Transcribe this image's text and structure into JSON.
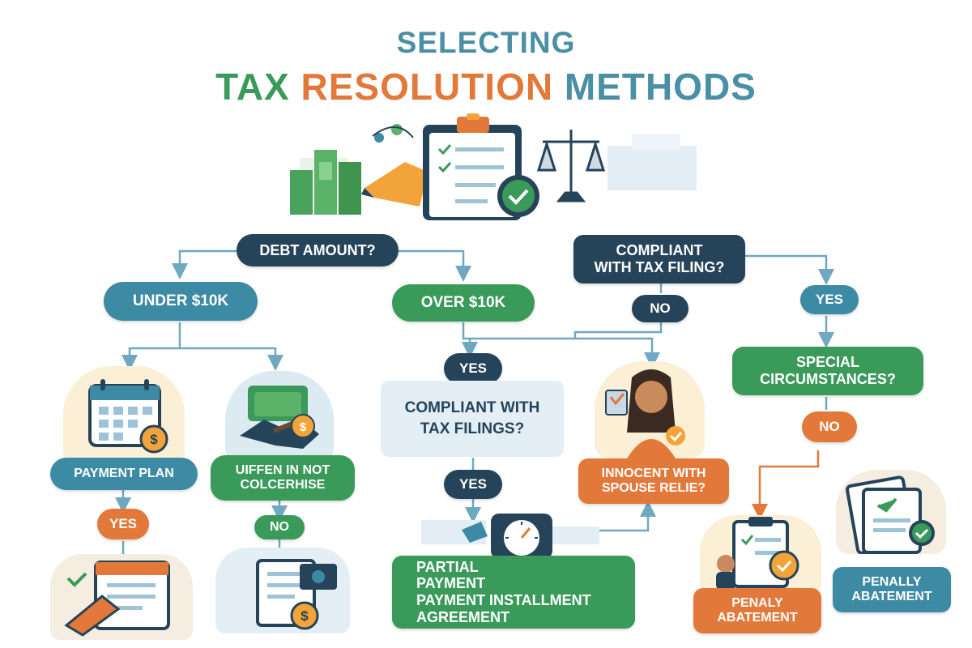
{
  "title": {
    "line1": "SELECTING",
    "line2_part1": "TAX",
    "line2_part2": "RESOLUTION",
    "line2_part3": "METHODS"
  },
  "colors": {
    "navy": "#25445a",
    "teal": "#3d8aa4",
    "green": "#3a9a5a",
    "orange": "#e2793a",
    "light_box": "#e4eef5"
  },
  "nodes": {
    "debt_amount": "DEBT AMOUNT?",
    "compliant_tax_filing_line1": "COMPLIANT",
    "compliant_tax_filing_line2": "WITH TAX FILING?",
    "under_10k": "UNDER $10K",
    "over_10k": "OVER $10K",
    "no_top": "NO",
    "yes_right": "YES",
    "special_line1": "SPECIAL",
    "special_line2": "CIRCUMSTANCES?",
    "yes_center": "YES",
    "compliant_filings_line1": "COMPLIANT WITH",
    "compliant_filings_line2": "TAX FILINGS?",
    "no_right": "NO",
    "payment_plan": "PAYMENT PLAN",
    "offer_line1": "UIFFEN IN NOT",
    "offer_line2": "COLCERHISE",
    "innocent_line1": "INNOCENT WITH",
    "innocent_line2": "SPOUSE RELIE?",
    "yes_left": "YES",
    "no_left": "NO",
    "yes_center_lower": "YES",
    "partial_line1": "PARTIAL",
    "partial_line2": "PAYMENT",
    "partial_line3": "PAYMENT INSTALLMENT",
    "partial_line4": "AGREEMENT",
    "penalty_right_line1": "PENALLY",
    "penalty_right_line2": "ABATEMENT",
    "penalty_left_line1": "PENALY",
    "penalty_left_line2": "ABATEMENT"
  },
  "icons": {
    "hero": [
      "money-icon",
      "clipboard-check-icon",
      "scales-icon",
      "check-badge-icon"
    ],
    "calendar": "calendar-icon",
    "handshake": "handshake-icon",
    "woman": "woman-icon",
    "stopwatch": "stopwatch-icon",
    "documents": "documents-icon"
  }
}
